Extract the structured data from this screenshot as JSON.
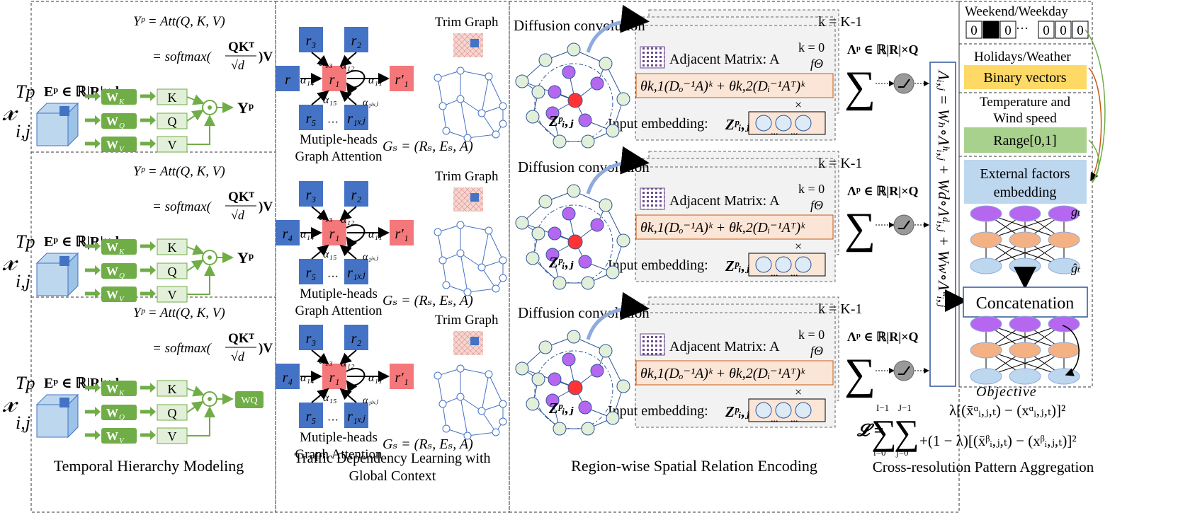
{
  "sections": {
    "temporal": "Temporal Hierarchy Modeling",
    "traffic_line1": "Traffic Dependency Learning with",
    "traffic_line2": "Global Context",
    "region": "Region-wise Spatial Relation Encoding",
    "cross": "Cross-resolution Pattern Aggregation"
  },
  "temporal": {
    "attention_formula": "Yᵖ = Att(Q, K, V)",
    "softmax_prefix": "= softmax(",
    "qk": "QKᵀ",
    "sqrt_d": "√d",
    "softmax_suffix": ")V",
    "x_sym": "𝓍",
    "x_sup": "Tp",
    "x_sub": "i,j",
    "embedding": "Eᵖ ∈ ℝ|R|×d",
    "wk": "W",
    "wk_sub": "K",
    "wq_sub": "Q",
    "wv_sub": "V",
    "k": "K",
    "q": "Q",
    "v": "V",
    "out": "Yᵖ",
    "out3": "WQ"
  },
  "graph": {
    "r": "r",
    "r1": "r₁",
    "r2": "r₂",
    "r3": "r₃",
    "r4": "r₄",
    "r5": "r₅",
    "r1p": "r′₁",
    "rij": "r₁ₓⱼ",
    "a12": "α₁₂",
    "a13": "α₁₃",
    "a14": "α₁₄",
    "a15": "α₁₅",
    "a11": "α₁₁",
    "a1ij": "α₁ᵢₓⱼ",
    "dots": "···",
    "mh1": "Mutiple-heads",
    "mh2": "Graph Attention",
    "trim": "Trim Graph",
    "gs": "Gₛ = (Rₛ, Eₛ, A)"
  },
  "diffusion": {
    "title": "Diffusion convolution",
    "k_last": "k = K-1",
    "k0": "k = 0",
    "f_theta": "fΘ",
    "adj": "Adjacent Matrix: A",
    "formula": "θk,1(Dₒ⁻¹A)ᵏ + θk,2(Dᵢ⁻¹Aᵀ)ᵏ",
    "times": "×",
    "input_emb": "Input embedding:",
    "z": "Zᵖᵢ,ⱼ",
    "node_z": "Zᵖᵢ,ⱼ",
    "dots": "...",
    "lambda": "Λᵖ ∈ ℝ|R|×Q",
    "sum": "∑"
  },
  "fusion": {
    "vertical": "Λᵢ,ⱼ = Wₕ∘Λʰᵢ,ⱼ + Wd∘Λᵈᵢ,ⱼ + Ww∘Λʷᵢ,ⱼ"
  },
  "external": {
    "weekend": "Weekend/Weekday",
    "bits": [
      "0",
      "1",
      "0",
      "···",
      "0",
      "0",
      "0"
    ],
    "holidays": "Holidays/Weather",
    "binary": "Binary vectors",
    "temp1": "Temperature and",
    "temp2": "Wind speed",
    "range": "Range[0,1]",
    "emb1": "External factors",
    "emb2": "embedding",
    "g_t": "gₜ",
    "g_hat": "ĝₜ",
    "concat": "Concatenation",
    "objective": "Objective",
    "obj1": "λ[(x̄ᵅᵢ,ⱼ,ₜ) − (xᵅᵢ,ⱼ,ₜ)]²",
    "obj2": "+(1 − λ)[(x̄ᵝᵢ,ⱼ,ₜ) − (xᵝᵢ,ⱼ,ₜ)]²",
    "loss": "𝓛 =",
    "sum_i_top": "I−1",
    "sum_i_bot": "i=0",
    "sum_j_top": "J−1",
    "sum_j_bot": "j=0"
  },
  "colors": {
    "blue_node": "#4472c4",
    "red_node": "#f4777a",
    "green_box": "#70ad47",
    "orange_box": "#fbe5d6",
    "purple": "#b667f0",
    "node_light": "#e2efd9",
    "node_blue": "#ddebf7",
    "yellow": "#ffd966",
    "light_green": "#a9d18e",
    "light_blue": "#bdd7ee"
  }
}
